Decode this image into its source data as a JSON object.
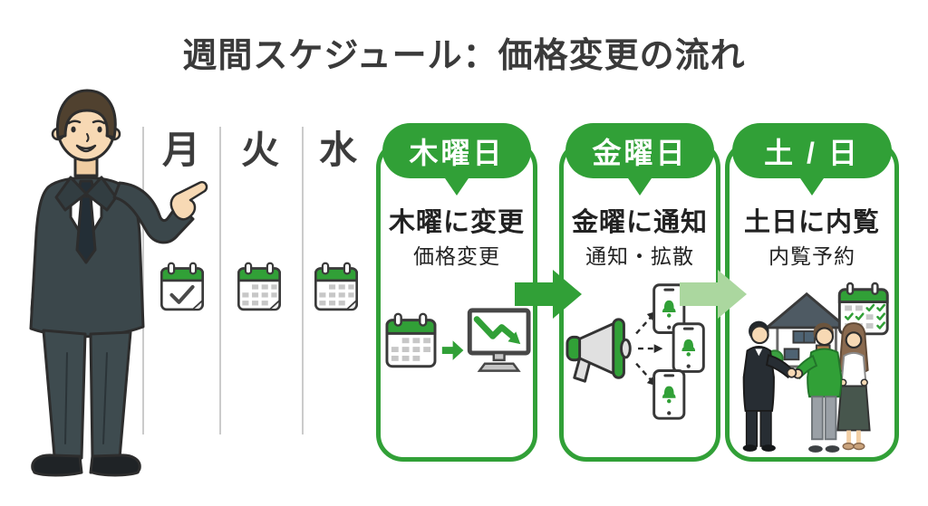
{
  "title": "週間スケジュール：価格変更の流れ",
  "week_columns": [
    {
      "label": "月",
      "icon": "calendar-check-icon"
    },
    {
      "label": "火",
      "icon": "calendar-grid-icon"
    },
    {
      "label": "水",
      "icon": "calendar-grid-icon"
    }
  ],
  "cards": [
    {
      "day_badge": "木曜日",
      "heading": "木曜に変更",
      "subheading": "価格変更",
      "illustration": "calendar-to-price-drop-monitor"
    },
    {
      "day_badge": "金曜日",
      "heading": "金曜に通知",
      "subheading": "通知・拡散",
      "illustration": "megaphone-broadcast-to-phones"
    },
    {
      "day_badge": "土 / 日",
      "heading": "土日に内覧",
      "subheading": "内覧予約",
      "illustration": "weekend-house-viewing-handshake"
    }
  ],
  "flow_arrows": [
    {
      "from": "木曜日",
      "to": "金曜日",
      "style": "solid-green"
    },
    {
      "from": "金曜日",
      "to": "土 / 日",
      "style": "light-green"
    }
  ],
  "figures": {
    "presenter": "businessman-pointing"
  },
  "colors": {
    "green": "#31a037",
    "light_green": "#abd79f",
    "divider": "#cbcbcb",
    "text_dark": "#3a3a3a"
  }
}
